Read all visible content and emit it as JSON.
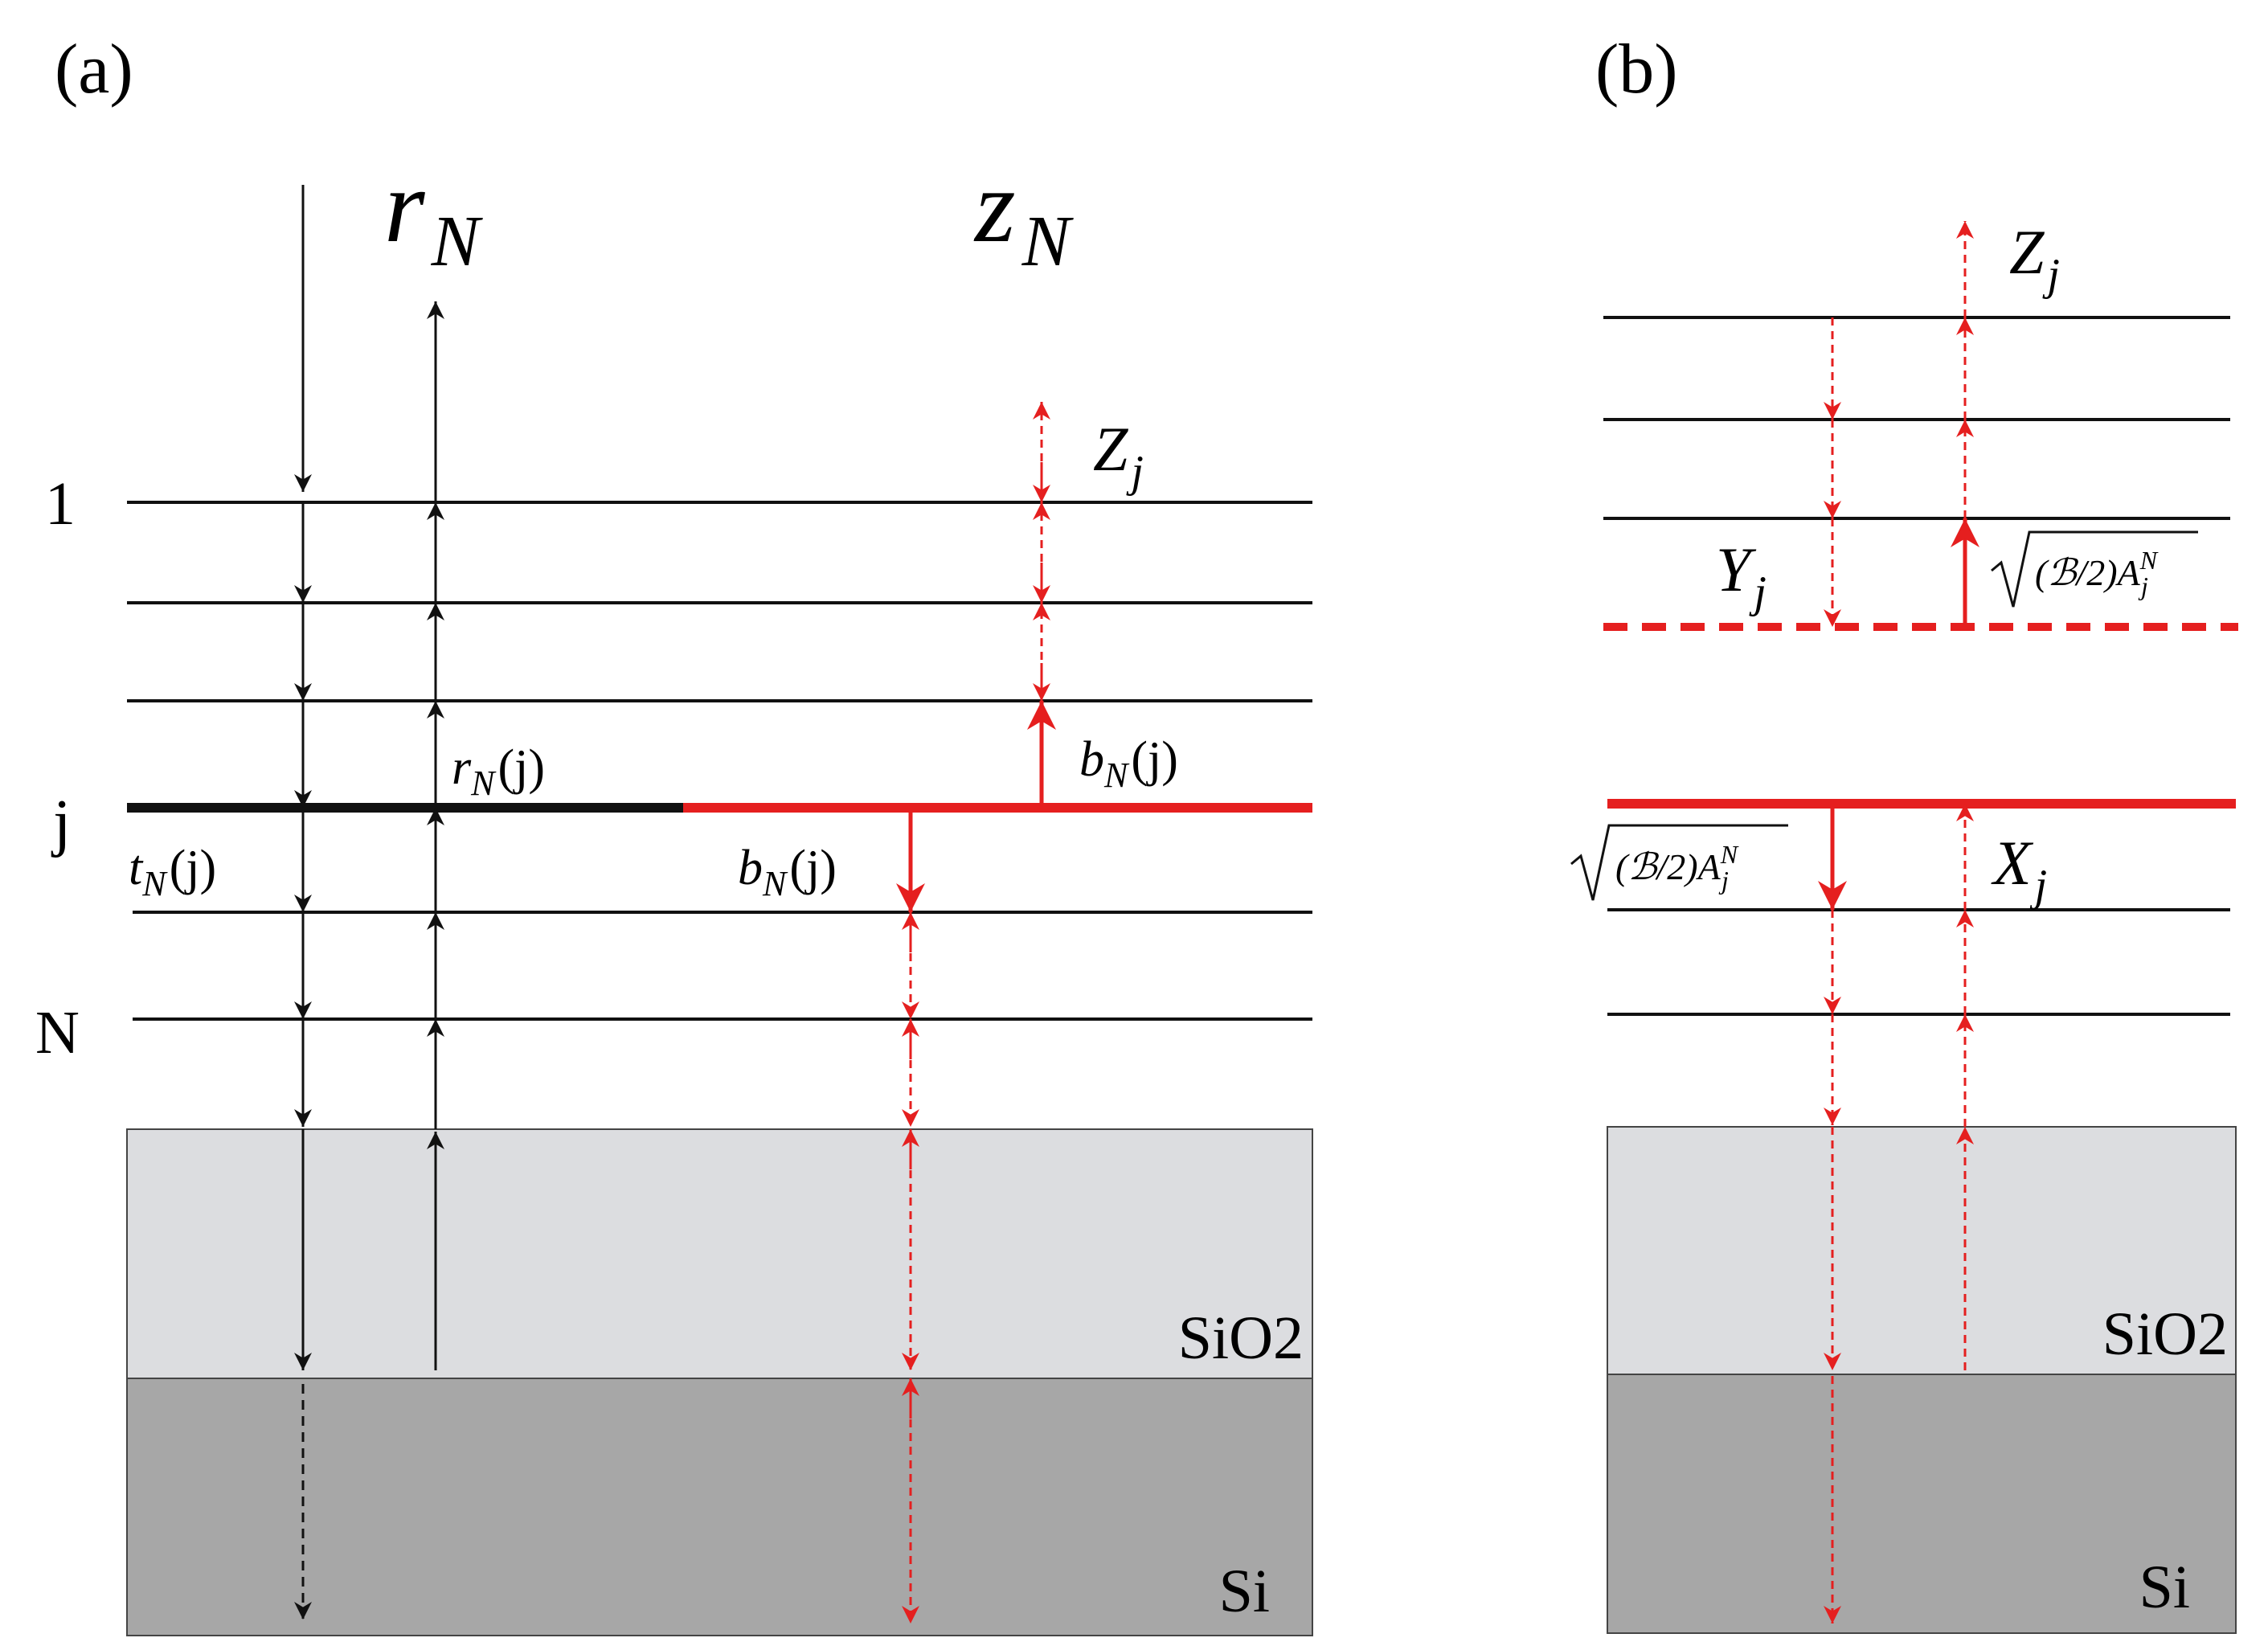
{
  "colors": {
    "black": "#111111",
    "red": "#e51f1f",
    "sio2_fill": "#dcdde0",
    "si_fill": "#a7a7a7",
    "layer_line": "#111111"
  },
  "panel_a": {
    "label": "(a)",
    "r_N": {
      "base": "r",
      "sub": "N"
    },
    "z_N": {
      "base": "z",
      "sub": "N"
    },
    "Z_j": {
      "base": "Z",
      "sub": "j"
    },
    "layer_labels": {
      "first": "1",
      "middle": "j",
      "last": "N"
    },
    "r_N_j": {
      "base": "r",
      "sub": "N",
      "arg": "(j)"
    },
    "t_N_j": {
      "base": "t",
      "sub": "N",
      "arg": "(j)"
    },
    "b_N_j_up": {
      "base": "b",
      "sub": "N",
      "arg": "(j)"
    },
    "b_N_j_down": {
      "base": "b",
      "sub": "N",
      "arg": "(j)"
    },
    "sio2": "SiO2",
    "si": "Si"
  },
  "panel_b": {
    "label": "(b)",
    "Z_j": {
      "base": "Z",
      "sub": "j"
    },
    "Y_j": {
      "base": "Y",
      "sub": "j"
    },
    "X_j": {
      "base": "X",
      "sub": "j"
    },
    "sqrt_upper": {
      "inner": "(ℬ/2)A",
      "sup": "N",
      "sub": "j"
    },
    "sqrt_lower": {
      "inner": "(ℬ/2)A",
      "sup": "N",
      "sub": "j"
    },
    "sio2": "SiO2",
    "si": "Si"
  }
}
